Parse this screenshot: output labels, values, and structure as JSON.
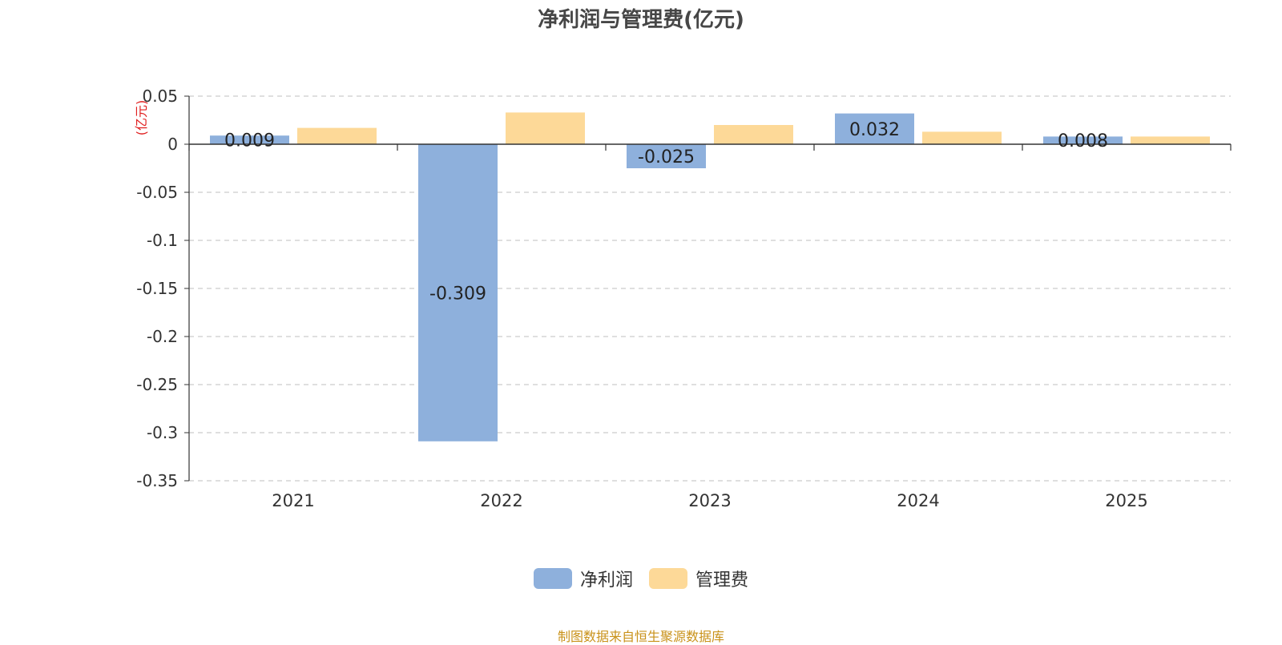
{
  "colors": {
    "net_profit": "#8eb0dc",
    "admin_expense": "#fdd998",
    "unit_label": "#e02020"
  },
  "chart_data": {
    "type": "bar",
    "title": "净利润与管理费(亿元)",
    "ylabel": "(亿元)",
    "xlabel": "",
    "categories": [
      "2021",
      "2022",
      "2023",
      "2024",
      "2025"
    ],
    "series": [
      {
        "name": "净利润",
        "values": [
          0.009,
          -0.309,
          -0.025,
          0.032,
          0.008
        ],
        "labels": [
          "0.009",
          "-0.309",
          "-0.025",
          "0.032",
          "0.008"
        ]
      },
      {
        "name": "管理费",
        "values": [
          0.017,
          0.033,
          0.02,
          0.013,
          0.008
        ]
      }
    ],
    "ylim": [
      -0.35,
      0.05
    ],
    "yticks": [
      0.05,
      0,
      -0.05,
      -0.1,
      -0.15,
      -0.2,
      -0.25,
      -0.3,
      -0.35
    ],
    "ytick_labels": [
      "0.05",
      "0",
      "-0.05",
      "-0.1",
      "-0.15",
      "-0.2",
      "-0.25",
      "-0.3",
      "-0.35"
    ],
    "grid": true,
    "legend_position": "bottom-center"
  },
  "source": "制图数据来自恒生聚源数据库"
}
